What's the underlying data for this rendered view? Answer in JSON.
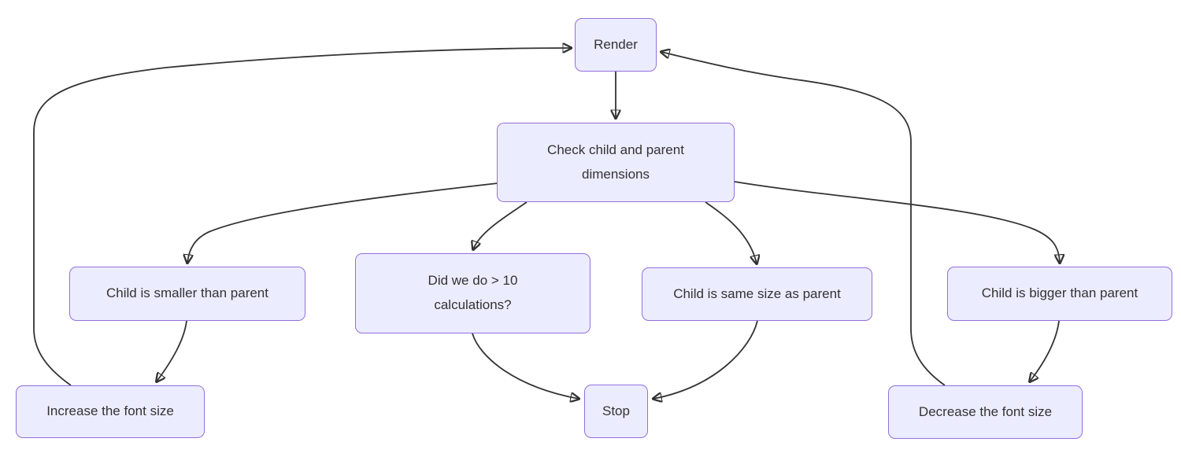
{
  "diagram": {
    "type": "flowchart",
    "direction": "top-down",
    "colors": {
      "background": "#FFFFFF",
      "node_fill": "#ECECFF",
      "node_border": "#9370DB",
      "edge_line": "#333333",
      "text": "#333333"
    },
    "nodes": {
      "render": {
        "label": "Render"
      },
      "check": {
        "label": "Check child and parent\ndimensions"
      },
      "smaller": {
        "label": "Child is smaller than parent"
      },
      "calculations": {
        "label": "Did we do > 10\ncalculations?"
      },
      "same": {
        "label": "Child is same size as parent"
      },
      "bigger": {
        "label": "Child is bigger than parent"
      },
      "increase": {
        "label": "Increase the font size"
      },
      "stop": {
        "label": "Stop"
      },
      "decrease": {
        "label": "Decrease the font size"
      }
    },
    "edges": [
      {
        "from": "Render",
        "to": "Check child and parent dimensions"
      },
      {
        "from": "Check child and parent dimensions",
        "to": "Child is smaller than parent"
      },
      {
        "from": "Check child and parent dimensions",
        "to": "Did we do > 10 calculations?"
      },
      {
        "from": "Check child and parent dimensions",
        "to": "Child is same size as parent"
      },
      {
        "from": "Check child and parent dimensions",
        "to": "Child is bigger than parent"
      },
      {
        "from": "Child is smaller than parent",
        "to": "Increase the font size"
      },
      {
        "from": "Did we do > 10 calculations?",
        "to": "Stop"
      },
      {
        "from": "Child is same size as parent",
        "to": "Stop"
      },
      {
        "from": "Child is bigger than parent",
        "to": "Decrease the font size"
      },
      {
        "from": "Increase the font size",
        "to": "Render"
      },
      {
        "from": "Decrease the font size",
        "to": "Render"
      }
    ]
  }
}
